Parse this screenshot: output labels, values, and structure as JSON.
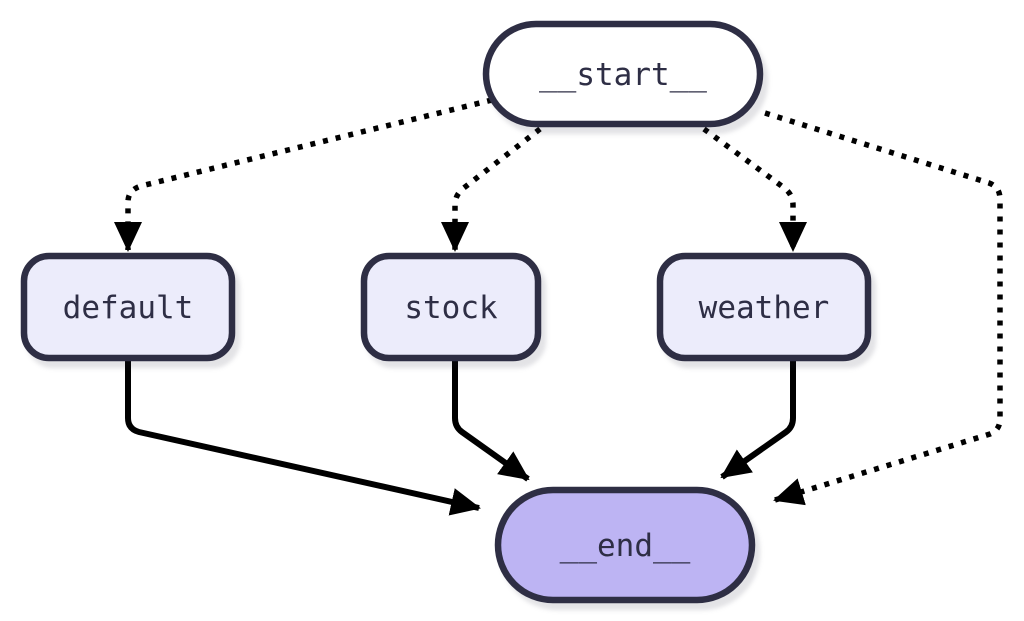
{
  "diagram": {
    "type": "flowchart",
    "direction": "top-down",
    "background": "#ffffff"
  },
  "nodes": {
    "start": {
      "label": "__start__",
      "shape": "stadium",
      "fill": "#ffffff"
    },
    "default": {
      "label": "default",
      "shape": "rounded-rect",
      "fill": "#ececfb"
    },
    "stock": {
      "label": "stock",
      "shape": "rounded-rect",
      "fill": "#ececfb"
    },
    "weather": {
      "label": "weather",
      "shape": "rounded-rect",
      "fill": "#ececfb"
    },
    "end": {
      "label": "__end__",
      "shape": "stadium",
      "fill": "#bdb4f3"
    }
  },
  "edges": [
    {
      "from": "__start__",
      "to": "default",
      "style": "dotted",
      "arrow": "triangle"
    },
    {
      "from": "__start__",
      "to": "stock",
      "style": "dotted",
      "arrow": "triangle"
    },
    {
      "from": "__start__",
      "to": "weather",
      "style": "dotted",
      "arrow": "triangle"
    },
    {
      "from": "__start__",
      "to": "__end__",
      "style": "dotted",
      "arrow": "triangle"
    },
    {
      "from": "default",
      "to": "__end__",
      "style": "solid",
      "arrow": "triangle"
    },
    {
      "from": "stock",
      "to": "__end__",
      "style": "solid",
      "arrow": "triangle"
    },
    {
      "from": "weather",
      "to": "__end__",
      "style": "solid",
      "arrow": "triangle"
    }
  ],
  "colors": {
    "node_border": "#2e2e44",
    "branch_node_fill": "#ececfb",
    "start_node_fill": "#ffffff",
    "end_node_fill": "#bdb4f3",
    "edge_stroke": "#000000",
    "label_text": "#2e2e45",
    "background": "#ffffff"
  }
}
